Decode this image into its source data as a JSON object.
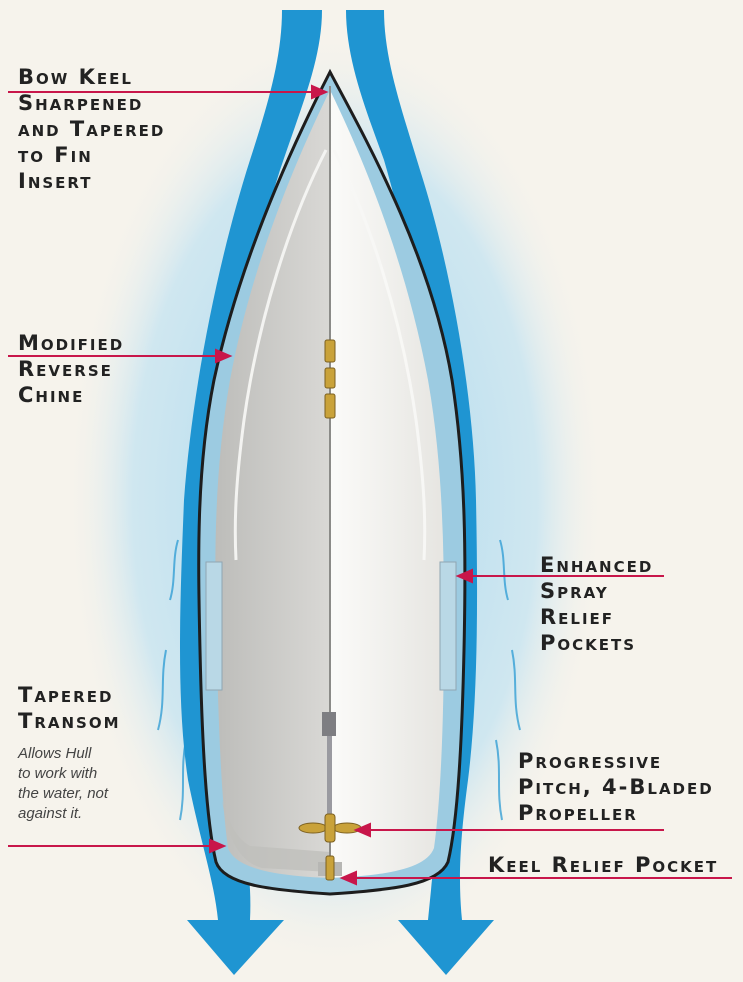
{
  "colors": {
    "background": "#f6f3ec",
    "water_light": "#a8d8ee",
    "water_flow": "#1f95d2",
    "hull_light": "#f4f3f0",
    "hull_shade": "#cfcfcc",
    "hull_outline": "#1d1d1d",
    "pointer": "#c8164a",
    "brass": "#c9a23a"
  },
  "labels": {
    "bow_keel": [
      "Bow Keel",
      "Sharpened",
      "and Tapered",
      "to Fin",
      "Insert"
    ],
    "reverse_chine": [
      "Modified",
      "Reverse",
      "Chine"
    ],
    "spray_pockets": [
      "Enhanced",
      "Spray",
      "Relief",
      "Pockets"
    ],
    "transom_title": [
      "Tapered",
      "Transom"
    ],
    "transom_note": [
      "Allows Hull",
      "to work with",
      "the water, not",
      "against it."
    ],
    "propeller": [
      "Progressive",
      "Pitch, 4-Bladed",
      "Propeller"
    ],
    "keel_pocket": [
      "Keel Relief Pocket"
    ]
  }
}
